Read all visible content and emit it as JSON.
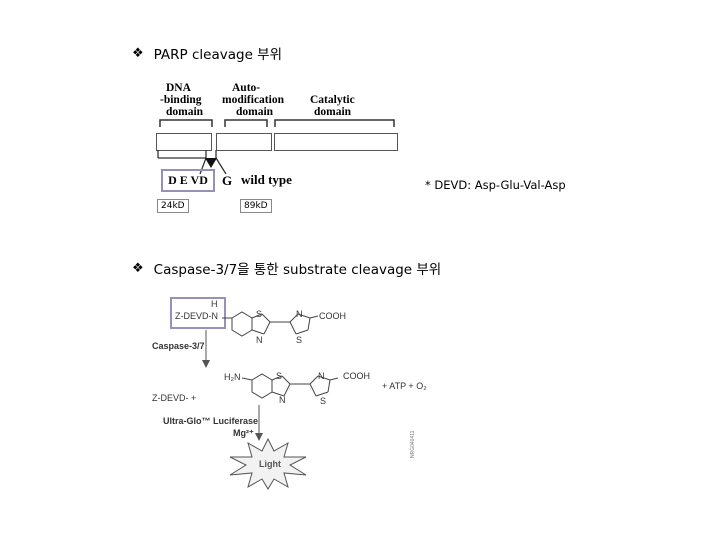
{
  "section1": {
    "bullet": "❖",
    "heading": "PARP cleavage 부위",
    "domains": [
      {
        "label_line1": "DNA",
        "label_line2": "-binding",
        "label_line3": "domain"
      },
      {
        "label_line1": "Auto-",
        "label_line2": "modification",
        "label_line3": "domain"
      },
      {
        "label_line1": "Catalytic",
        "label_line2": "domain",
        "label_line3": ""
      }
    ],
    "devd_box": "D E VD",
    "cleave_letter": "G",
    "wild_type": "wild type",
    "note": "* DEVD: Asp-Glu-Val-Asp",
    "frag_left": "24kD",
    "frag_right": "89kD"
  },
  "section2": {
    "bullet": "❖",
    "heading": "Caspase-3/7을 통한 substrate cleavage 부위",
    "substrate_label": "Z-DEVD-N",
    "nh_h": "H",
    "sulfur": "S",
    "nitrogen": "N",
    "cooh": "COOH",
    "caspase": "Caspase-3/7",
    "h2n": "H₂N",
    "z_devd_plus": "Z-DEVD- +",
    "atp_o2": "+ ATP + O₂",
    "luciferase": "Ultra-Glo™ Luciferase",
    "mg": "Mg²⁺",
    "light": "Light",
    "side_code": "NRG040411"
  }
}
